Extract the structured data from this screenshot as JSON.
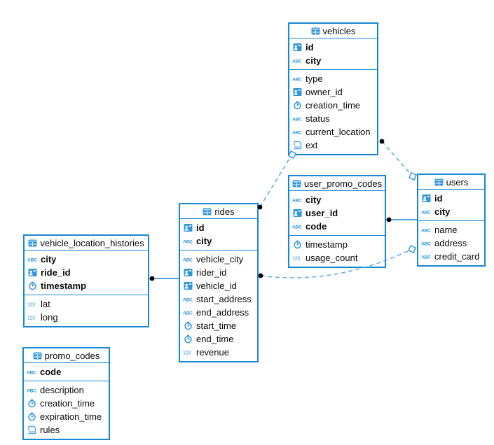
{
  "diagram": {
    "kind": "entity-relationship-diagram",
    "background": "#ffffff"
  },
  "colors": {
    "table_border": "#1787d2",
    "icon_blue": "#2e96da",
    "icon_light_blue": "#a6d7f2",
    "solid_relation": "#1787d2",
    "dashed_relation": "#58aee2",
    "connector_dot": "#000000",
    "text": "#0b0b0b"
  },
  "tables": [
    {
      "id": "vehicles",
      "title": "vehicles",
      "header_icon": "table-icon",
      "key_columns": [
        {
          "name": "id",
          "icon": "id-badge-icon"
        },
        {
          "name": "city",
          "icon": "abc-text-icon"
        }
      ],
      "columns": [
        {
          "name": "type",
          "icon": "abc-text-icon"
        },
        {
          "name": "owner_id",
          "icon": "id-badge-icon"
        },
        {
          "name": "creation_time",
          "icon": "clock-icon"
        },
        {
          "name": "status",
          "icon": "abc-text-icon"
        },
        {
          "name": "current_location",
          "icon": "abc-text-icon"
        },
        {
          "name": "ext",
          "icon": "json-icon"
        }
      ]
    },
    {
      "id": "user_promo_codes",
      "title": "user_promo_codes",
      "header_icon": "table-icon",
      "key_columns": [
        {
          "name": "city",
          "icon": "abc-text-icon"
        },
        {
          "name": "user_id",
          "icon": "id-badge-icon"
        },
        {
          "name": "code",
          "icon": "abc-text-icon"
        }
      ],
      "columns": [
        {
          "name": "timestamp",
          "icon": "clock-icon"
        },
        {
          "name": "usage_count",
          "icon": "number-123-icon"
        }
      ]
    },
    {
      "id": "users",
      "title": "users",
      "header_icon": "table-icon",
      "key_columns": [
        {
          "name": "id",
          "icon": "id-badge-icon"
        },
        {
          "name": "city",
          "icon": "abc-text-icon"
        }
      ],
      "columns": [
        {
          "name": "name",
          "icon": "abc-text-icon"
        },
        {
          "name": "address",
          "icon": "abc-text-icon"
        },
        {
          "name": "credit_card",
          "icon": "abc-text-icon"
        }
      ]
    },
    {
      "id": "rides",
      "title": "rides",
      "header_icon": "table-icon",
      "key_columns": [
        {
          "name": "id",
          "icon": "id-badge-icon"
        },
        {
          "name": "city",
          "icon": "abc-text-icon"
        }
      ],
      "columns": [
        {
          "name": "vehicle_city",
          "icon": "abc-text-icon"
        },
        {
          "name": "rider_id",
          "icon": "id-badge-icon"
        },
        {
          "name": "vehicle_id",
          "icon": "id-badge-icon"
        },
        {
          "name": "start_address",
          "icon": "abc-text-icon"
        },
        {
          "name": "end_address",
          "icon": "abc-text-icon"
        },
        {
          "name": "start_time",
          "icon": "clock-icon"
        },
        {
          "name": "end_time",
          "icon": "clock-icon"
        },
        {
          "name": "revenue",
          "icon": "number-123-icon"
        }
      ]
    },
    {
      "id": "vehicle_location_histories",
      "title": "vehicle_location_histories",
      "header_icon": "table-icon",
      "key_columns": [
        {
          "name": "city",
          "icon": "abc-text-icon"
        },
        {
          "name": "ride_id",
          "icon": "id-badge-icon"
        },
        {
          "name": "timestamp",
          "icon": "clock-icon"
        }
      ],
      "columns": [
        {
          "name": "lat",
          "icon": "number-123-icon"
        },
        {
          "name": "long",
          "icon": "number-123-icon"
        }
      ]
    },
    {
      "id": "promo_codes",
      "title": "promo_codes",
      "header_icon": "table-icon",
      "key_columns": [
        {
          "name": "code",
          "icon": "abc-text-icon"
        }
      ],
      "columns": [
        {
          "name": "description",
          "icon": "abc-text-icon"
        },
        {
          "name": "creation_time",
          "icon": "clock-icon"
        },
        {
          "name": "expiration_time",
          "icon": "clock-icon"
        },
        {
          "name": "rules",
          "icon": "json-icon"
        }
      ]
    }
  ],
  "relations": [
    {
      "from": "vehicle_location_histories",
      "to": "rides",
      "style": "solid",
      "from_marker": "dot",
      "to_marker": "none"
    },
    {
      "from": "user_promo_codes",
      "to": "users",
      "style": "solid",
      "from_marker": "dot",
      "to_marker": "none"
    },
    {
      "from": "rides",
      "to": "vehicles",
      "style": "dashed",
      "from_marker": "dot",
      "to_marker": "diamond"
    },
    {
      "from": "vehicles",
      "to": "users",
      "style": "dashed",
      "from_marker": "dot",
      "to_marker": "diamond"
    },
    {
      "from": "rides",
      "to": "users",
      "style": "dashed",
      "from_marker": "dot",
      "to_marker": "diamond"
    }
  ]
}
